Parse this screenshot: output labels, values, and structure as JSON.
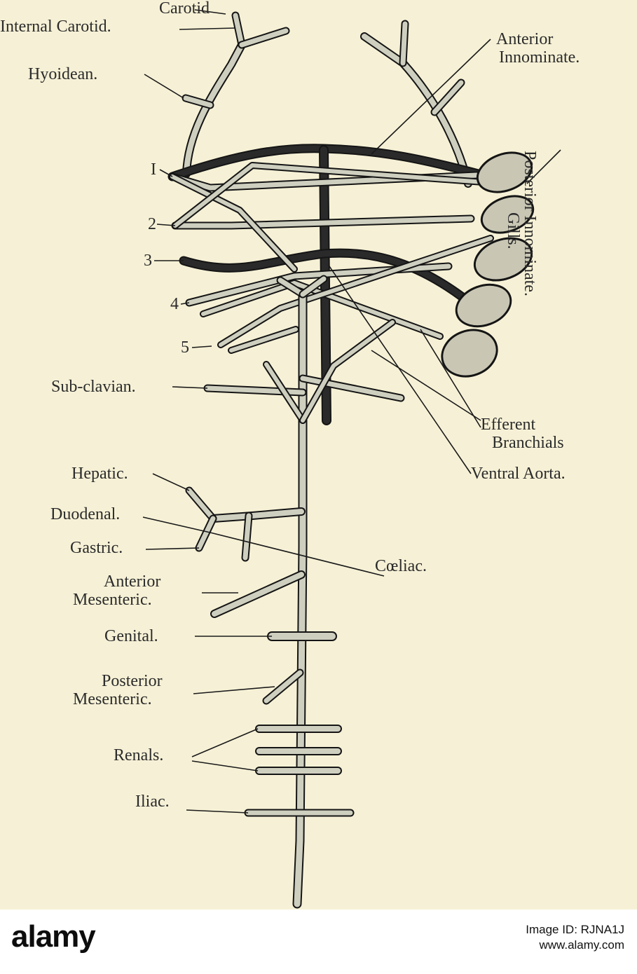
{
  "labels": {
    "carotid": "Carotid",
    "internal_carotid": "Internal Carotid.",
    "hyoidean": "Hyoidean.",
    "arch1": "I",
    "arch2": "2",
    "arch3": "3",
    "arch4": "4",
    "arch5": "5",
    "subclavian": "Sub-clavian.",
    "hepatic": "Hepatic.",
    "duodenal": "Duodenal.",
    "gastric": "Gastric.",
    "anterior_mesenteric_1": "Anterior",
    "anterior_mesenteric_2": "Mesenteric.",
    "genital": "Genital.",
    "posterior_mesenteric_1": "Posterior",
    "posterior_mesenteric_2": "Mesenteric.",
    "renals": "Renals.",
    "iliac": "Iliac.",
    "anterior_innominate_1": "Anterior",
    "anterior_innominate_2": "Innominate.",
    "posterior_innominate": "Posterior Innominate.",
    "gills": "Gills.",
    "efferent_branchials_1": "Efferent",
    "efferent_branchials_2": "Branchials",
    "ventral_aorta": "Ventral Aorta.",
    "coeliac": "Cœliac."
  },
  "footer": {
    "logo": "alamy",
    "image_id": "Image ID: RJNA1J",
    "url": "www.alamy.com"
  },
  "colors": {
    "background": "#f6f1d6",
    "vessel_outline": "#151515",
    "vessel_fill": "#cfcfc0",
    "gill_fill": "#c9c7b4"
  }
}
